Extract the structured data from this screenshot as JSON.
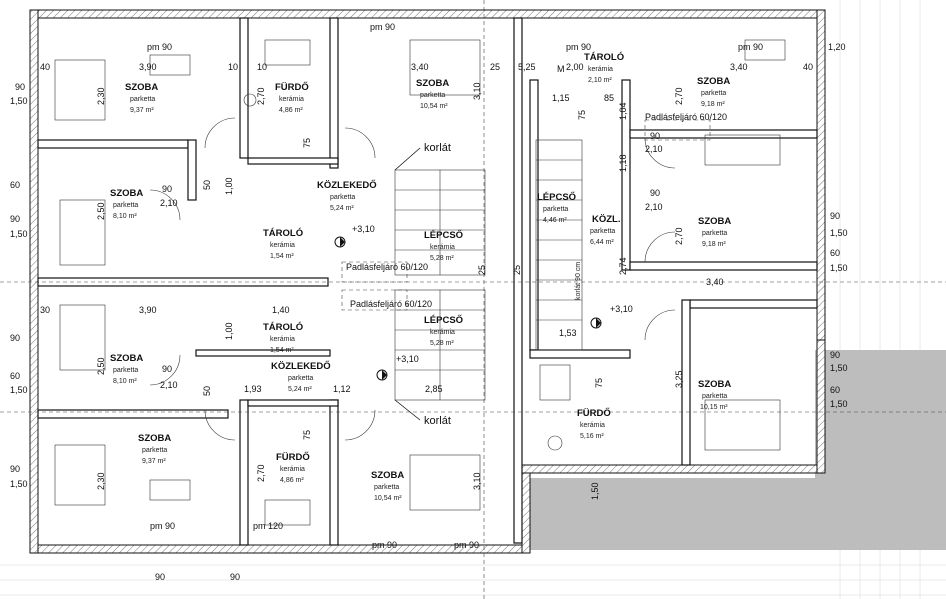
{
  "rooms": [
    {
      "id": "r1",
      "name": "SZOBA",
      "material": "parketta",
      "area": "9,37 m²"
    },
    {
      "id": "r2",
      "name": "FÜRDŐ",
      "material": "kerámia",
      "area": "4,86 m²"
    },
    {
      "id": "r3",
      "name": "SZOBA",
      "material": "parketta",
      "area": "10,54 m²"
    },
    {
      "id": "r4",
      "name": "TÁROLÓ",
      "material": "kerámia",
      "area": "2,10 m²"
    },
    {
      "id": "r5",
      "name": "SZOBA",
      "material": "parketta",
      "area": "9,18 m²"
    },
    {
      "id": "r6",
      "name": "SZOBA",
      "material": "parketta",
      "area": "8,10 m²"
    },
    {
      "id": "r7",
      "name": "KÖZLEKEDŐ",
      "material": "parketta",
      "area": "5,24 m²"
    },
    {
      "id": "r8",
      "name": "TÁROLÓ",
      "material": "kerámia",
      "area": "1,54 m²"
    },
    {
      "id": "r9",
      "name": "LÉPCSŐ",
      "material": "kerámia",
      "area": "5,28 m²"
    },
    {
      "id": "r10",
      "name": "LÉPCSŐ",
      "material": "parketta",
      "area": "4,46 m²"
    },
    {
      "id": "r11",
      "name": "KÖZL.",
      "material": "parketta",
      "area": "6,44 m²"
    },
    {
      "id": "r12",
      "name": "SZOBA",
      "material": "parketta",
      "area": "9,18 m²"
    },
    {
      "id": "r13",
      "name": "SZOBA",
      "material": "parketta",
      "area": "8,10 m²"
    },
    {
      "id": "r14",
      "name": "TÁROLÓ",
      "material": "kerámia",
      "area": "1,54 m²"
    },
    {
      "id": "r15",
      "name": "KÖZLEKEDŐ",
      "material": "parketta",
      "area": "5,24 m²"
    },
    {
      "id": "r16",
      "name": "LÉPCSŐ",
      "material": "kerámia",
      "area": "5,28 m²"
    },
    {
      "id": "r17",
      "name": "SZOBA",
      "material": "parketta",
      "area": "10,15 m²"
    },
    {
      "id": "r18",
      "name": "FÜRDŐ",
      "material": "kerámia",
      "area": "5,16 m²"
    },
    {
      "id": "r19",
      "name": "SZOBA",
      "material": "parketta",
      "area": "9,37 m²"
    },
    {
      "id": "r20",
      "name": "FÜRDŐ",
      "material": "kerámia",
      "area": "4,86 m²"
    },
    {
      "id": "r21",
      "name": "SZOBA",
      "material": "parketta",
      "area": "10,54 m²"
    }
  ],
  "notes": {
    "korlat": "korlát",
    "padlas": "Padlásfeljáró 60/120",
    "level": "+3,10",
    "korlat90": "korlát 90 cm",
    "pm90": "pm 90",
    "pm120": "pm 120",
    "m": "M"
  },
  "dims": {
    "d390": "3,90",
    "d340": "3,40",
    "d230": "2,30",
    "d250": "2,50",
    "d310": "3,10",
    "d270": "2,70",
    "d210": "2,10",
    "d100": "1,00",
    "d90": "90",
    "d150": "1,50",
    "d60": "60",
    "d40": "40",
    "d10": "10",
    "d25": "25",
    "d50": "50",
    "d75": "75",
    "d30": "30",
    "d120": "1,20",
    "d140": "1,40",
    "d193": "1,93",
    "d112": "1,12",
    "d285": "2,85",
    "d153": "1,53",
    "d274": "2,74",
    "d325": "3,25",
    "d115": "1,15",
    "d85": "85",
    "d104": "1,04",
    "d118": "1,18",
    "d200": "2,00",
    "d525": "5,25"
  }
}
